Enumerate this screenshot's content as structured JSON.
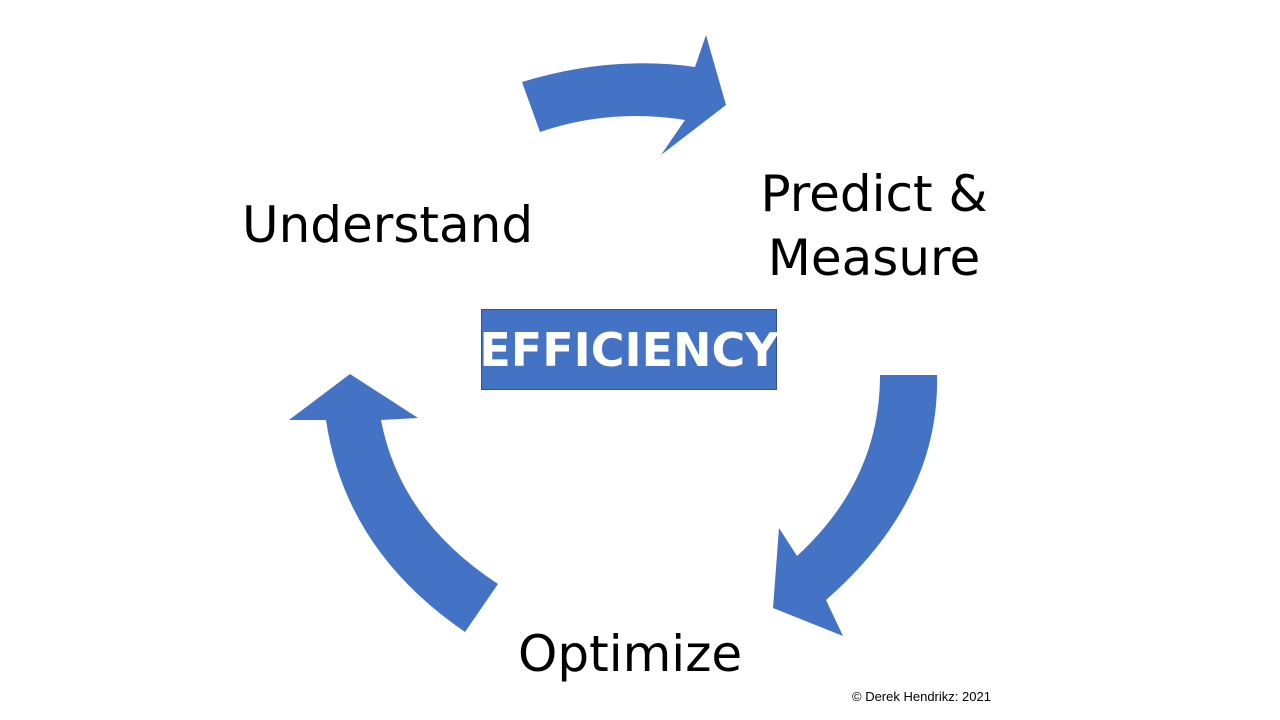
{
  "labels": {
    "understand": "Understand",
    "predict_line1": "Predict &",
    "predict_line2": "Measure",
    "optimize": "Optimize"
  },
  "center": "EFFICIENCY",
  "copyright": "© Derek Hendrikz:  2021",
  "colors": {
    "arrow": "#4472C4",
    "box": "#4472C4",
    "box_border": "#2F528F"
  }
}
